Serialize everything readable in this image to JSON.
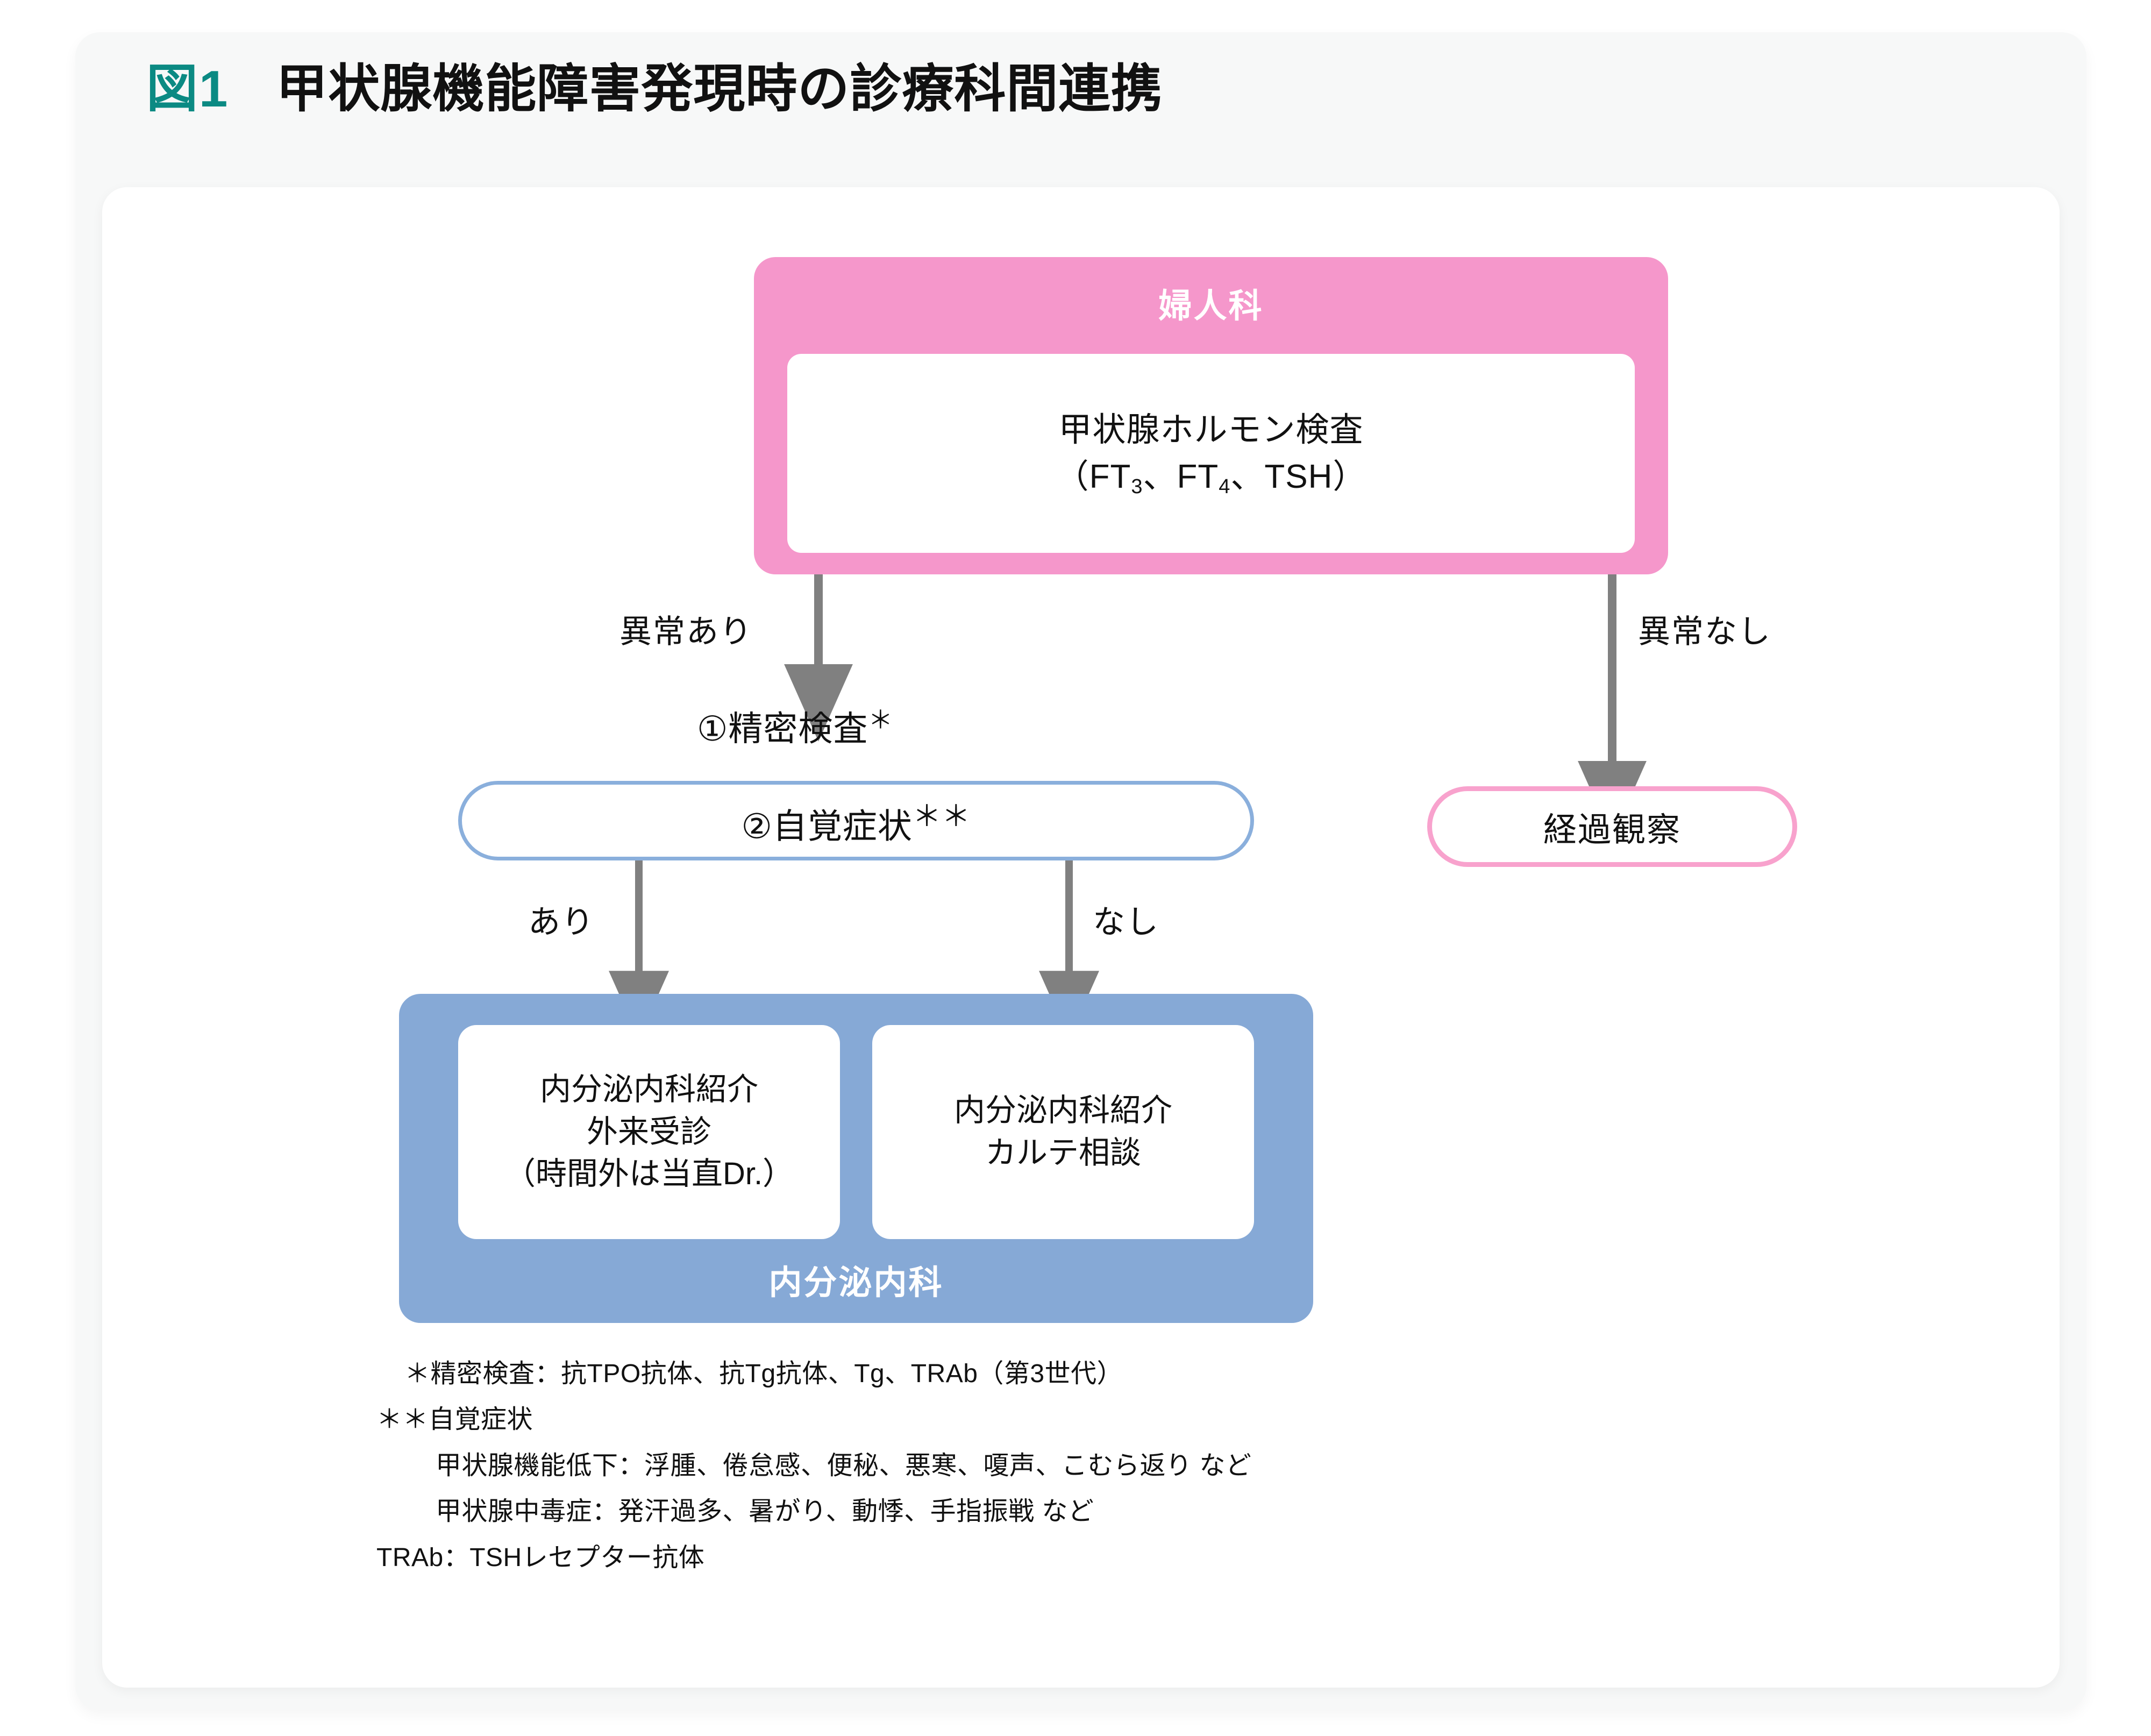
{
  "figure": {
    "number": "図1",
    "title": "甲状腺機能障害発現時の診療科間連携"
  },
  "flow": {
    "gynecology": {
      "dept_label": "婦人科",
      "test_line1": "甲状腺ホルモン検査",
      "test_line2_pre": "（FT",
      "test_line2_sub1": "3",
      "test_line2_mid": "、FT",
      "test_line2_sub2": "4",
      "test_line2_post": "、TSH）"
    },
    "branch_abnormal": "異常あり",
    "branch_normal": "異常なし",
    "step1": "①精密検査",
    "step1_marker": "＊",
    "step2": "②自覚症状",
    "step2_marker": "＊＊",
    "followup": "経過観察",
    "symptom_yes": "あり",
    "symptom_no": "なし",
    "endocrinology": {
      "dept_label": "内分泌内科",
      "left_line1": "内分泌内科紹介",
      "left_line2": "外来受診",
      "left_line3": "（時間外は当直Dr.）",
      "right_line1": "内分泌内科紹介",
      "right_line2": "カルテ相談"
    }
  },
  "footnotes": [
    "＊精密検査：抗TPO抗体、抗Tg抗体、Tg、TRAb（第3世代）",
    "＊＊自覚症状",
    "甲状腺機能低下：浮腫、倦怠感、便秘、悪寒、嗄声、こむら返り など",
    "甲状腺中毒症：発汗過多、暑がり、動悸、手指振戦 など",
    "TRAb：TSHレセプター抗体"
  ],
  "colors": {
    "teal": "#0B8A83",
    "pink_fill": "#F597CB",
    "pink_outline": "#F8A2CD",
    "blue_fill": "#86A9D6",
    "blue_outline": "#8AAFDC",
    "arrow_gray": "#808080",
    "card_gray": "#F7F8F8"
  }
}
